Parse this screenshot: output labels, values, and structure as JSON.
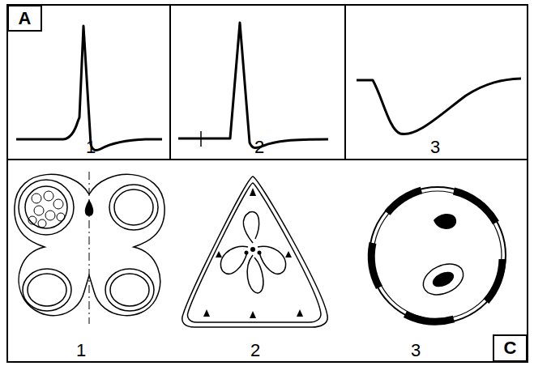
{
  "diagram": {
    "nodes": [
      {
        "text": [
          "A"
        ]
      },
      {
        "text": [
          "C"
        ]
      }
    ],
    "labels": [
      "1",
      "2",
      "3",
      "1",
      "2",
      "3"
    ]
  }
}
